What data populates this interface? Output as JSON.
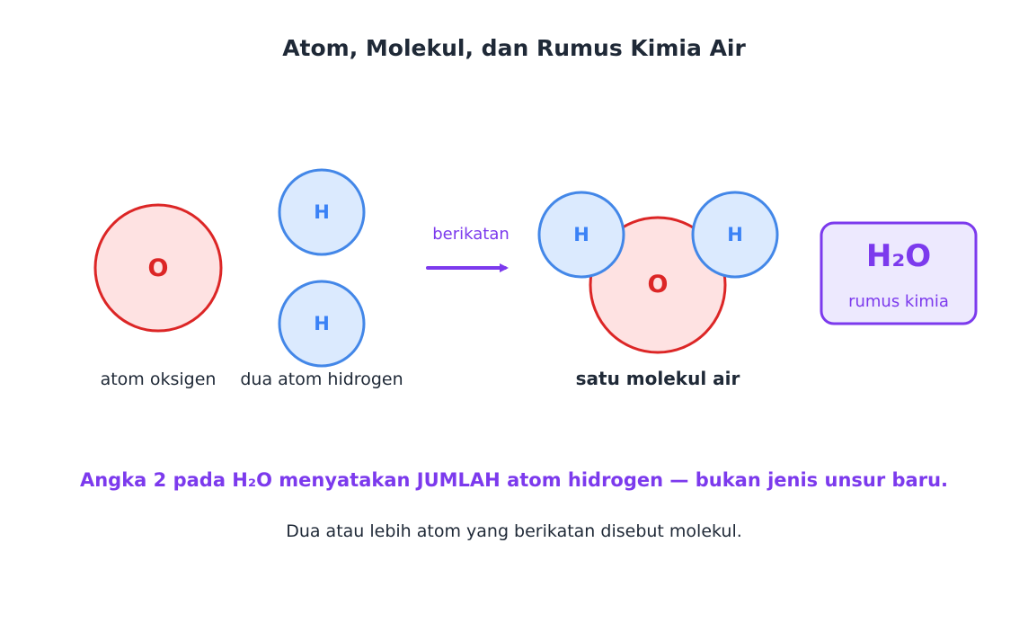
{
  "title": "Atom, Molekul, dan Rumus Kimia Air",
  "colors": {
    "oxygen_fill": "#fee2e2",
    "oxygen_stroke": "#dc2626",
    "oxygen_text": "#dc2626",
    "hydrogen_fill": "#dbeafe",
    "hydrogen_stroke": "#4387e8",
    "hydrogen_text": "#3b82f6",
    "accent": "#7c3aed",
    "formula_box_fill": "#ede9fe",
    "text_dark": "#1f2937"
  },
  "reactants": {
    "oxygen_symbol": "O",
    "hydrogen_symbol_1": "H",
    "hydrogen_symbol_2": "H",
    "oxygen_caption": "atom oksigen",
    "hydrogen_caption": "dua atom hidrogen"
  },
  "arrow": {
    "label": "berikatan"
  },
  "product": {
    "oxygen_symbol": "O",
    "hydrogen_symbol_left": "H",
    "hydrogen_symbol_right": "H",
    "caption": "satu molekul air"
  },
  "formula_box": {
    "formula": "H₂O",
    "caption": "rumus kimia"
  },
  "note": "Angka 2 pada H₂O menyatakan JUMLAH atom hidrogen — bukan jenis unsur baru.",
  "footer": "Dua atau lebih atom yang berikatan disebut molekul."
}
